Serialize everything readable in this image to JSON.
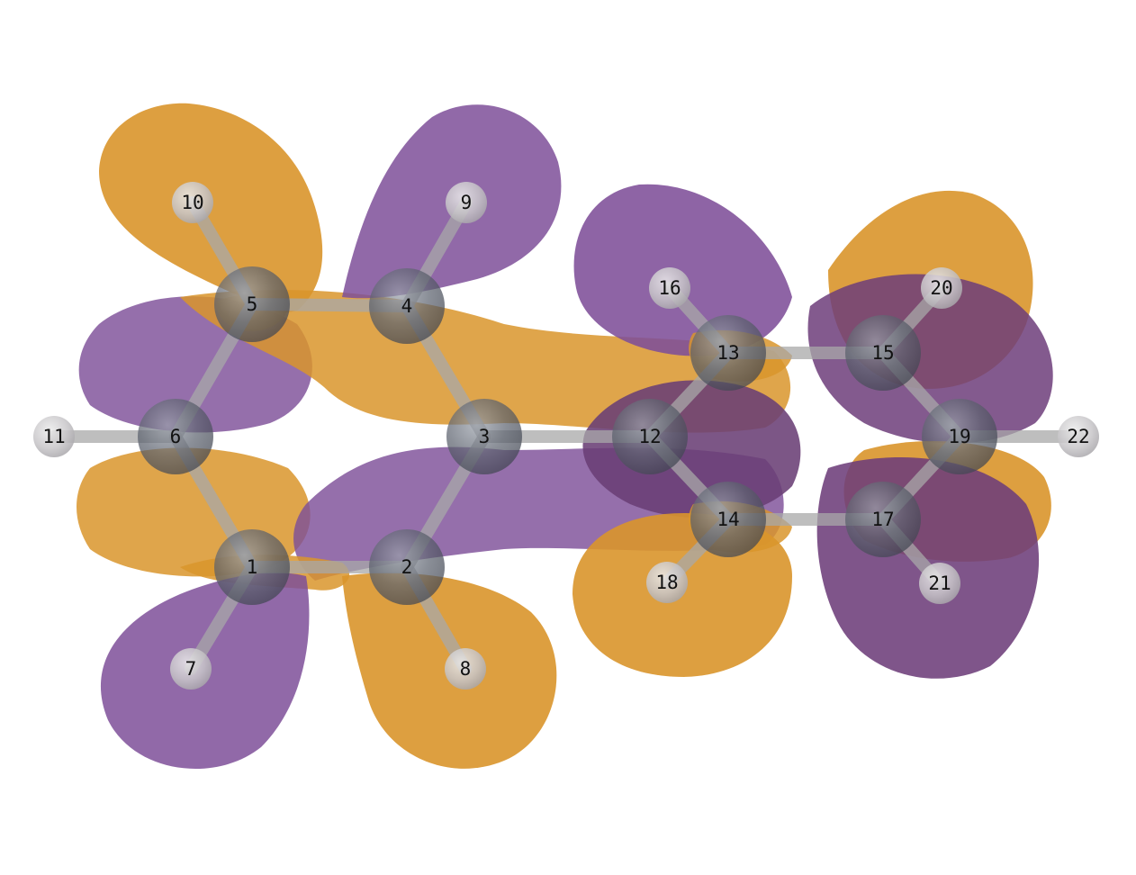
{
  "colors": {
    "background": "#ffffff",
    "lobe_positive": "#d9952b",
    "lobe_negative": "#7e4f99",
    "carbon": "#5e6470",
    "hydrogen": "#c8c6c9",
    "bond": "#a8a8a8",
    "label": "#111111"
  },
  "atoms": [
    {
      "label": "1",
      "element": "C"
    },
    {
      "label": "2",
      "element": "C"
    },
    {
      "label": "3",
      "element": "C"
    },
    {
      "label": "4",
      "element": "C"
    },
    {
      "label": "5",
      "element": "C"
    },
    {
      "label": "6",
      "element": "C"
    },
    {
      "label": "7",
      "element": "H"
    },
    {
      "label": "8",
      "element": "H"
    },
    {
      "label": "9",
      "element": "H"
    },
    {
      "label": "10",
      "element": "H"
    },
    {
      "label": "11",
      "element": "H"
    },
    {
      "label": "12",
      "element": "C"
    },
    {
      "label": "13",
      "element": "C"
    },
    {
      "label": "14",
      "element": "C"
    },
    {
      "label": "15",
      "element": "C"
    },
    {
      "label": "16",
      "element": "H"
    },
    {
      "label": "17",
      "element": "C"
    },
    {
      "label": "18",
      "element": "H"
    },
    {
      "label": "19",
      "element": "C"
    },
    {
      "label": "20",
      "element": "H"
    },
    {
      "label": "21",
      "element": "H"
    },
    {
      "label": "22",
      "element": "H"
    }
  ],
  "bonds": [
    [
      "1",
      "2"
    ],
    [
      "2",
      "3"
    ],
    [
      "3",
      "4"
    ],
    [
      "4",
      "5"
    ],
    [
      "5",
      "6"
    ],
    [
      "6",
      "1"
    ],
    [
      "1",
      "7"
    ],
    [
      "2",
      "8"
    ],
    [
      "4",
      "9"
    ],
    [
      "5",
      "10"
    ],
    [
      "6",
      "11"
    ],
    [
      "3",
      "12"
    ],
    [
      "12",
      "13"
    ],
    [
      "12",
      "14"
    ],
    [
      "13",
      "15"
    ],
    [
      "14",
      "17"
    ],
    [
      "15",
      "19"
    ],
    [
      "17",
      "19"
    ],
    [
      "13",
      "16"
    ],
    [
      "14",
      "18"
    ],
    [
      "15",
      "20"
    ],
    [
      "17",
      "21"
    ],
    [
      "19",
      "22"
    ]
  ]
}
